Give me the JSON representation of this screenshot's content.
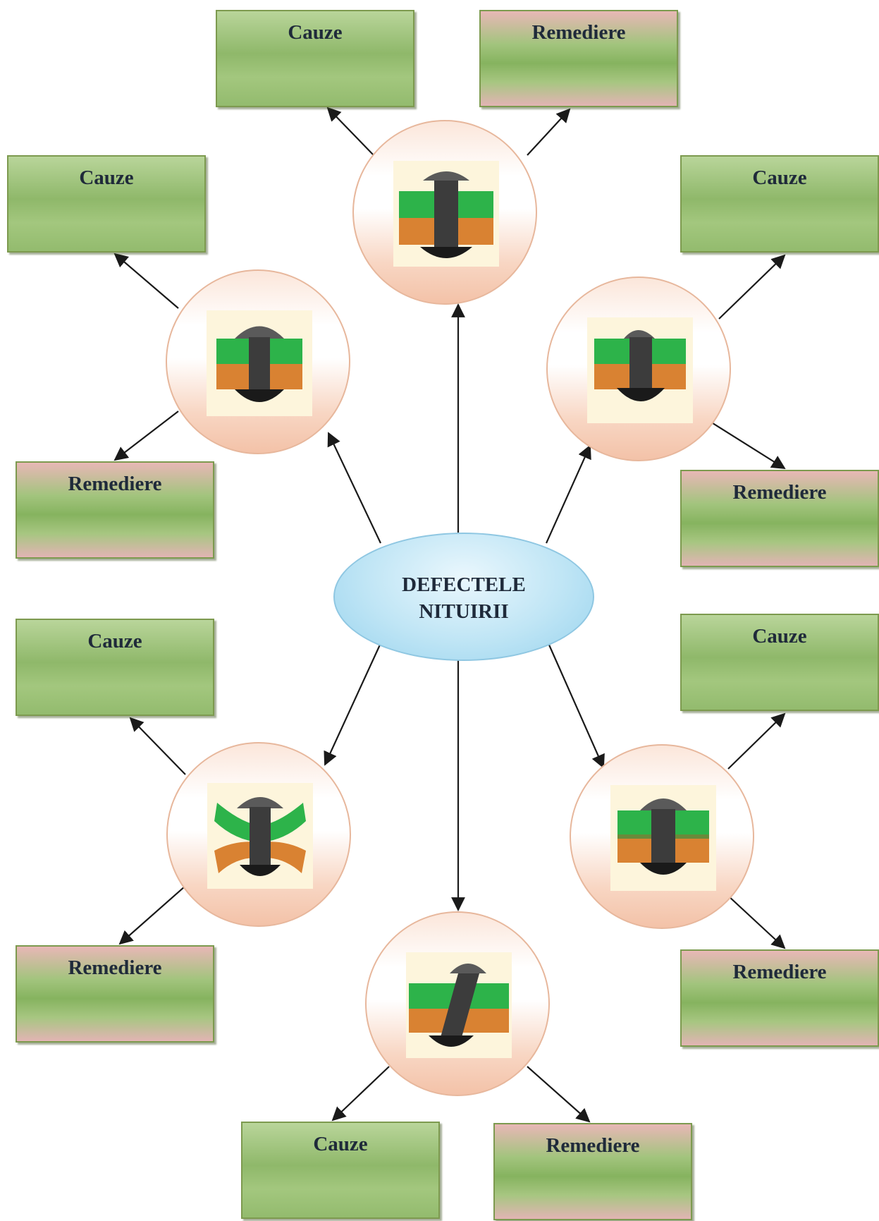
{
  "center": {
    "line1": "DEFECTELE",
    "line2": "NITUIRII"
  },
  "labels": {
    "causes": "Cauze",
    "remedy": "Remediere"
  },
  "colors": {
    "box_green": "#8fb86a",
    "box_pink": "#e8b7b6",
    "center_fill": "#bfe5f5",
    "node_fill": "#f8d6c3",
    "plate_top": "#2db34a",
    "plate_bottom": "#d98232",
    "rivet_body": "#3c3c3c",
    "arrow": "#1a1a1a"
  },
  "defects": [
    {
      "id": "top",
      "variant": "head-low",
      "causes": "Cauze",
      "remedy": "Remediere"
    },
    {
      "id": "upper-left",
      "variant": "normal",
      "causes": "Cauze",
      "remedy": "Remediere"
    },
    {
      "id": "upper-right",
      "variant": "offset-head",
      "causes": "Cauze",
      "remedy": "Remediere"
    },
    {
      "id": "lower-left",
      "variant": "bent-plates",
      "causes": "Cauze",
      "remedy": "Remediere"
    },
    {
      "id": "lower-right",
      "variant": "gap-plates",
      "causes": "Cauze",
      "remedy": "Remediere"
    },
    {
      "id": "bottom",
      "variant": "slanted-rivet",
      "causes": "Cauze",
      "remedy": "Remediere"
    }
  ]
}
